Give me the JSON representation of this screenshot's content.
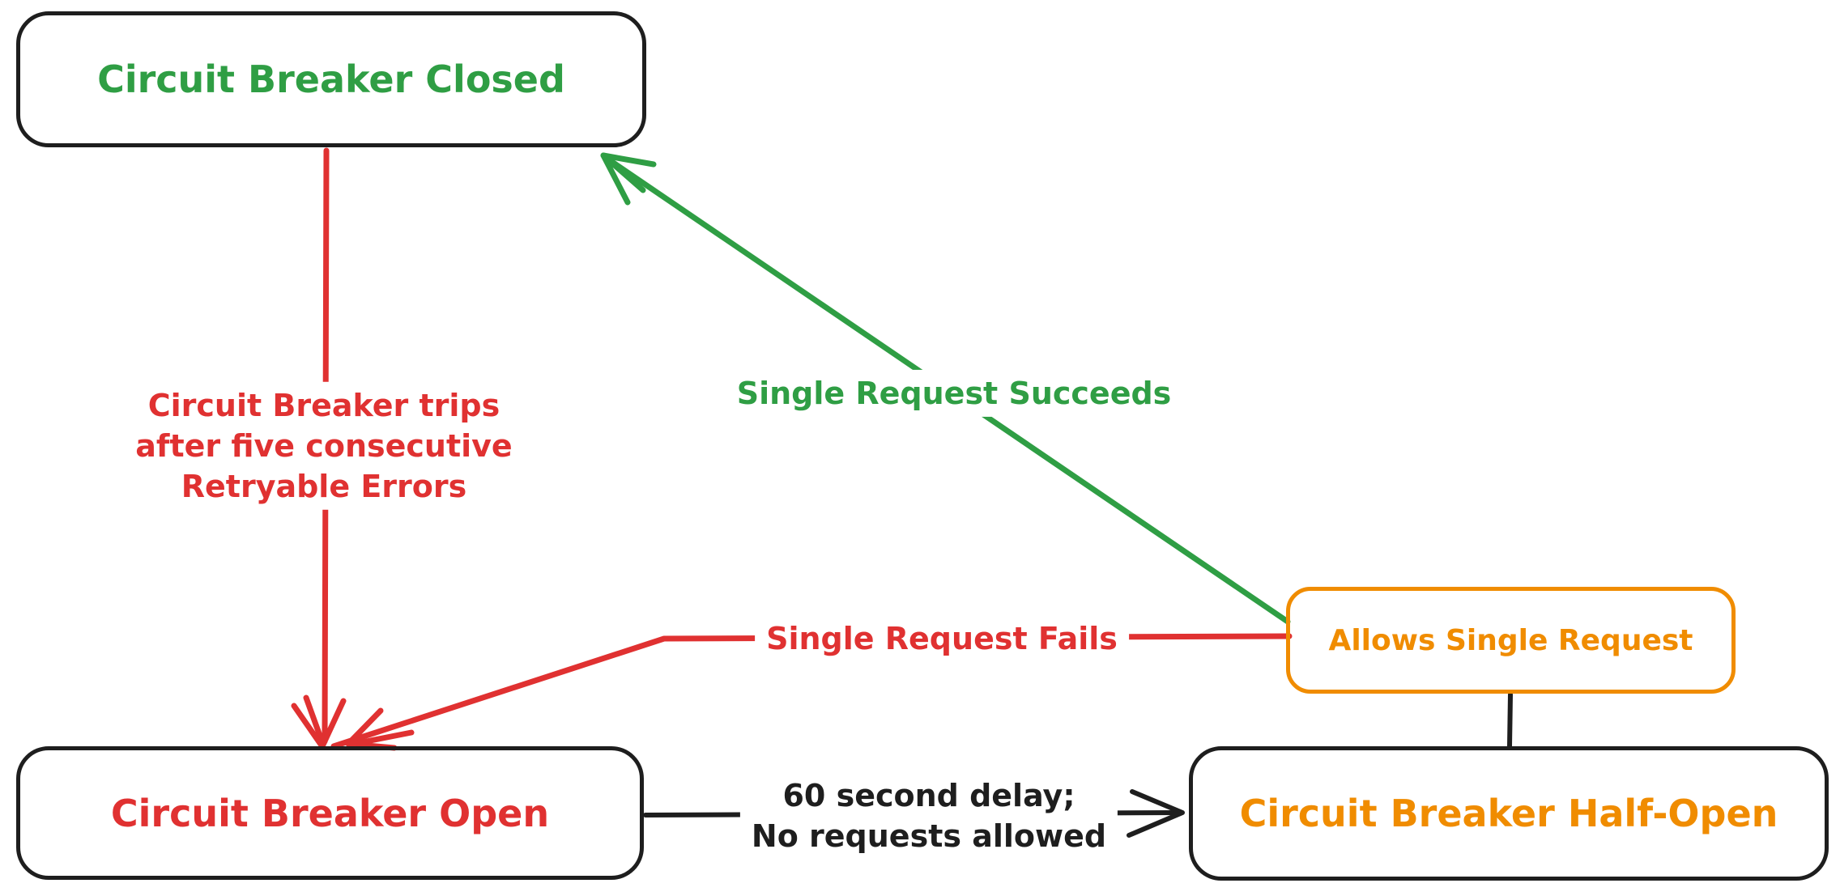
{
  "colors": {
    "black": "#1e1e1e",
    "red": "#e03131",
    "green": "#2f9e44",
    "orange": "#f08c00",
    "background": "#ffffff"
  },
  "nodes": {
    "closed": {
      "label": "Circuit Breaker Closed"
    },
    "open": {
      "label": "Circuit Breaker Open"
    },
    "half_open": {
      "label": "Circuit Breaker Half-Open"
    },
    "allows_single_request": {
      "label": "Allows Single Request"
    }
  },
  "edges": {
    "trip": {
      "label": "Circuit Breaker trips\nafter five consecutive\nRetryable Errors"
    },
    "success": {
      "label": "Single Request Succeeds"
    },
    "fail": {
      "label": "Single Request Fails"
    },
    "delay": {
      "label": "60 second delay;\nNo requests allowed"
    }
  }
}
